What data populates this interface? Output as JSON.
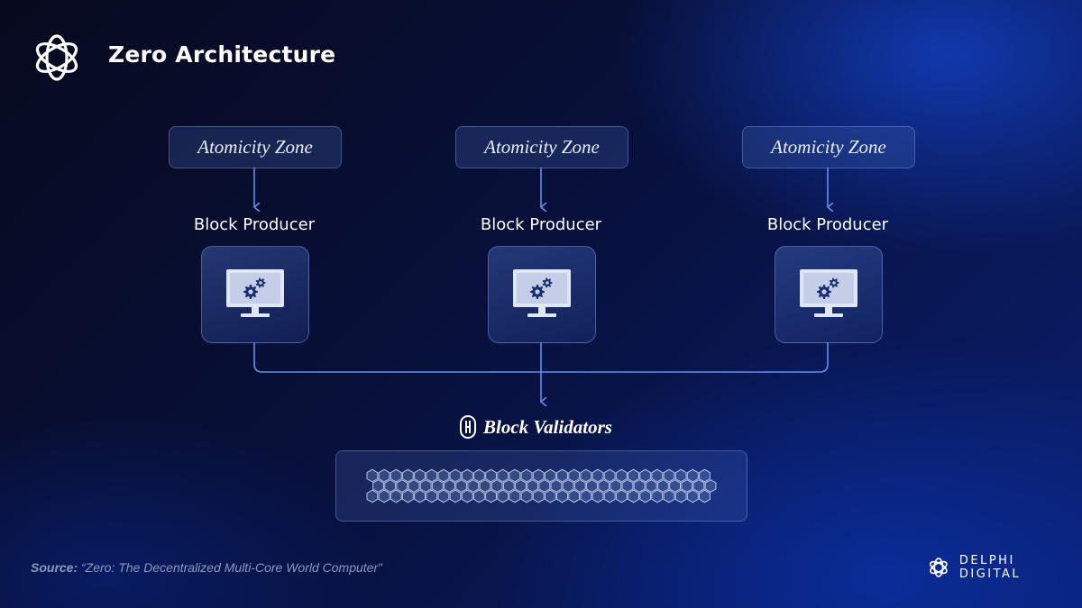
{
  "header": {
    "title": "Zero Architecture",
    "logo_icon": "flower-knot-logo"
  },
  "diagram": {
    "zones": [
      {
        "label": "Atomicity Zone"
      },
      {
        "label": "Atomicity Zone"
      },
      {
        "label": "Atomicity Zone"
      }
    ],
    "producers": [
      {
        "label": "Block Producer",
        "icon": "monitor-gears-icon"
      },
      {
        "label": "Block Producer",
        "icon": "monitor-gears-icon"
      },
      {
        "label": "Block Producer",
        "icon": "monitor-gears-icon"
      }
    ],
    "validators": {
      "label": "Block Validators",
      "icon": "validator-logo-icon",
      "grid_icon": "hexagon-grid"
    }
  },
  "footer": {
    "source_label": "Source:",
    "source_text": "“Zero: The Decentralized Multi-Core World Computer”",
    "brand": "DELPHI DIGITAL",
    "brand_icon": "flower-knot-logo"
  },
  "colors": {
    "accent_line": "#5f8ff0",
    "panel_border": "#96afe6",
    "text": "#ffffff",
    "source_text": "#8c98be"
  }
}
